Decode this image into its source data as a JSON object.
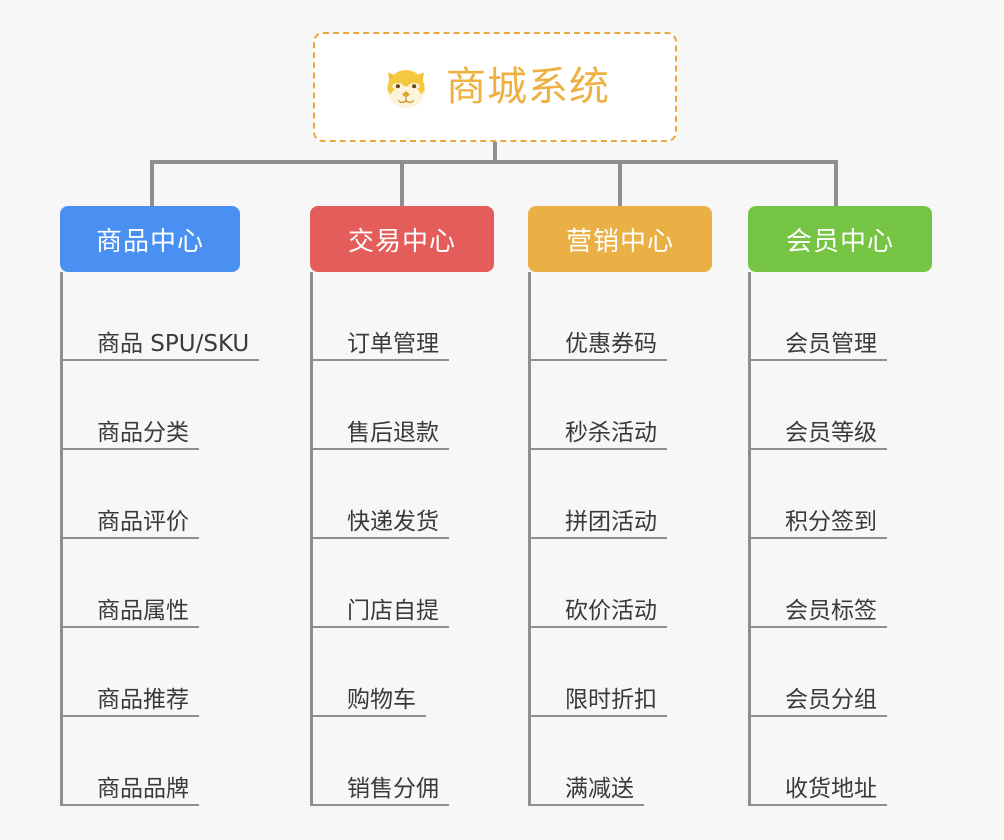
{
  "canvas": {
    "background": "#f7f7f7",
    "connector_color": "#8f8f8f"
  },
  "root": {
    "title": "商城系统",
    "icon": "shiba-dog-face-icon",
    "border_color": "#e9a83f",
    "text_color": "#eeb040",
    "background": "#ffffff"
  },
  "columns": [
    {
      "title": "商品中心",
      "color": "#4a90f2",
      "items": [
        "商品 SPU/SKU",
        "商品分类",
        "商品评价",
        "商品属性",
        "商品推荐",
        "商品品牌"
      ]
    },
    {
      "title": "交易中心",
      "color": "#e45d5a",
      "items": [
        "订单管理",
        "售后退款",
        "快递发货",
        "门店自提",
        "购物车",
        "销售分佣"
      ]
    },
    {
      "title": "营销中心",
      "color": "#eab046",
      "items": [
        "优惠券码",
        "秒杀活动",
        "拼团活动",
        "砍价活动",
        "限时折扣",
        "满减送"
      ]
    },
    {
      "title": "会员中心",
      "color": "#76c444",
      "items": [
        "会员管理",
        "会员等级",
        "积分签到",
        "会员标签",
        "会员分组",
        "收货地址"
      ]
    }
  ]
}
